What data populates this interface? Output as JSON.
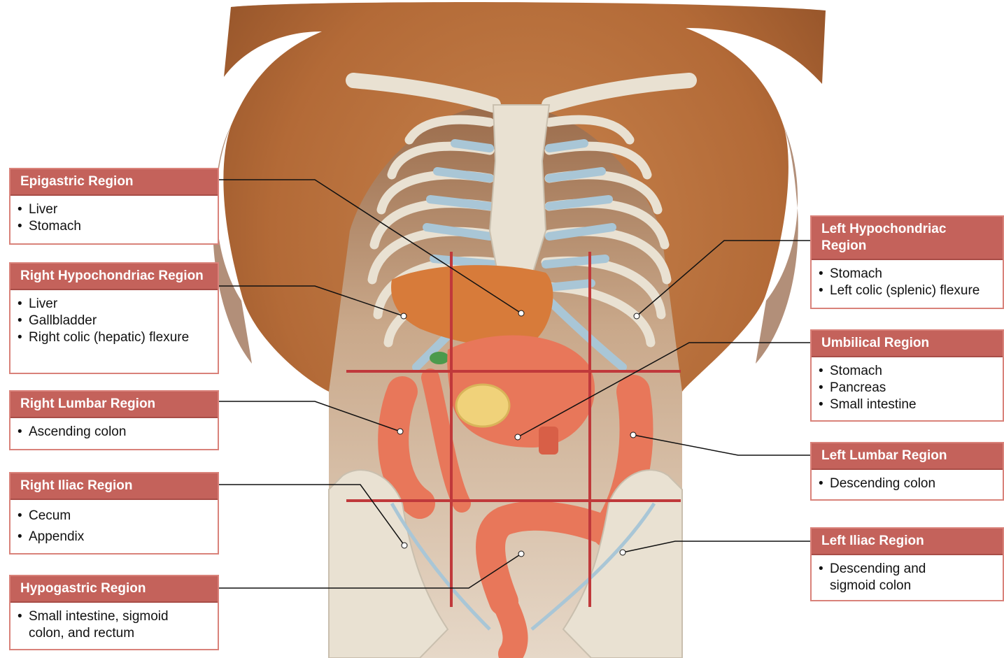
{
  "regions": {
    "epigastric": {
      "title": "Epigastric Region",
      "items": [
        "Liver",
        "Stomach"
      ]
    },
    "right_hypochondriac": {
      "title": "Right Hypochondriac Region",
      "items": [
        "Liver",
        "Gallbladder",
        "Right colic (hepatic) flexure"
      ]
    },
    "right_lumbar": {
      "title": "Right Lumbar Region",
      "items": [
        "Ascending colon"
      ]
    },
    "right_iliac": {
      "title": "Right Iliac Region",
      "items": [
        "Cecum",
        "Appendix"
      ]
    },
    "hypogastric": {
      "title": "Hypogastric Region",
      "items": [
        "Small intestine, sigmoid colon, and rectum"
      ]
    },
    "left_hypochondriac": {
      "title": "Left Hypochondriac Region",
      "items": [
        "Stomach",
        "Left colic (splenic) flexure"
      ]
    },
    "umbilical": {
      "title": "Umbilical Region",
      "items": [
        "Stomach",
        "Pancreas",
        "Small intestine"
      ]
    },
    "left_lumbar": {
      "title": "Left Lumbar Region",
      "items": [
        "Descending colon"
      ]
    },
    "left_iliac": {
      "title": "Left Iliac Region",
      "items": [
        "Descending and sigmoid colon"
      ]
    }
  },
  "colors": {
    "label_header": "#c4625b",
    "label_border": "#d9827a",
    "grid_lines": "#c0393b",
    "skin": "#b36a37",
    "bone": "#e9e1d2",
    "cartilage": "#a9c6d6",
    "organ": "#e8775a",
    "liver": "#d77b3a"
  },
  "icons": [
    "torso-illustration",
    "rib-cage",
    "liver-shape",
    "stomach-shape",
    "colon-shape",
    "pelvis-shape"
  ]
}
